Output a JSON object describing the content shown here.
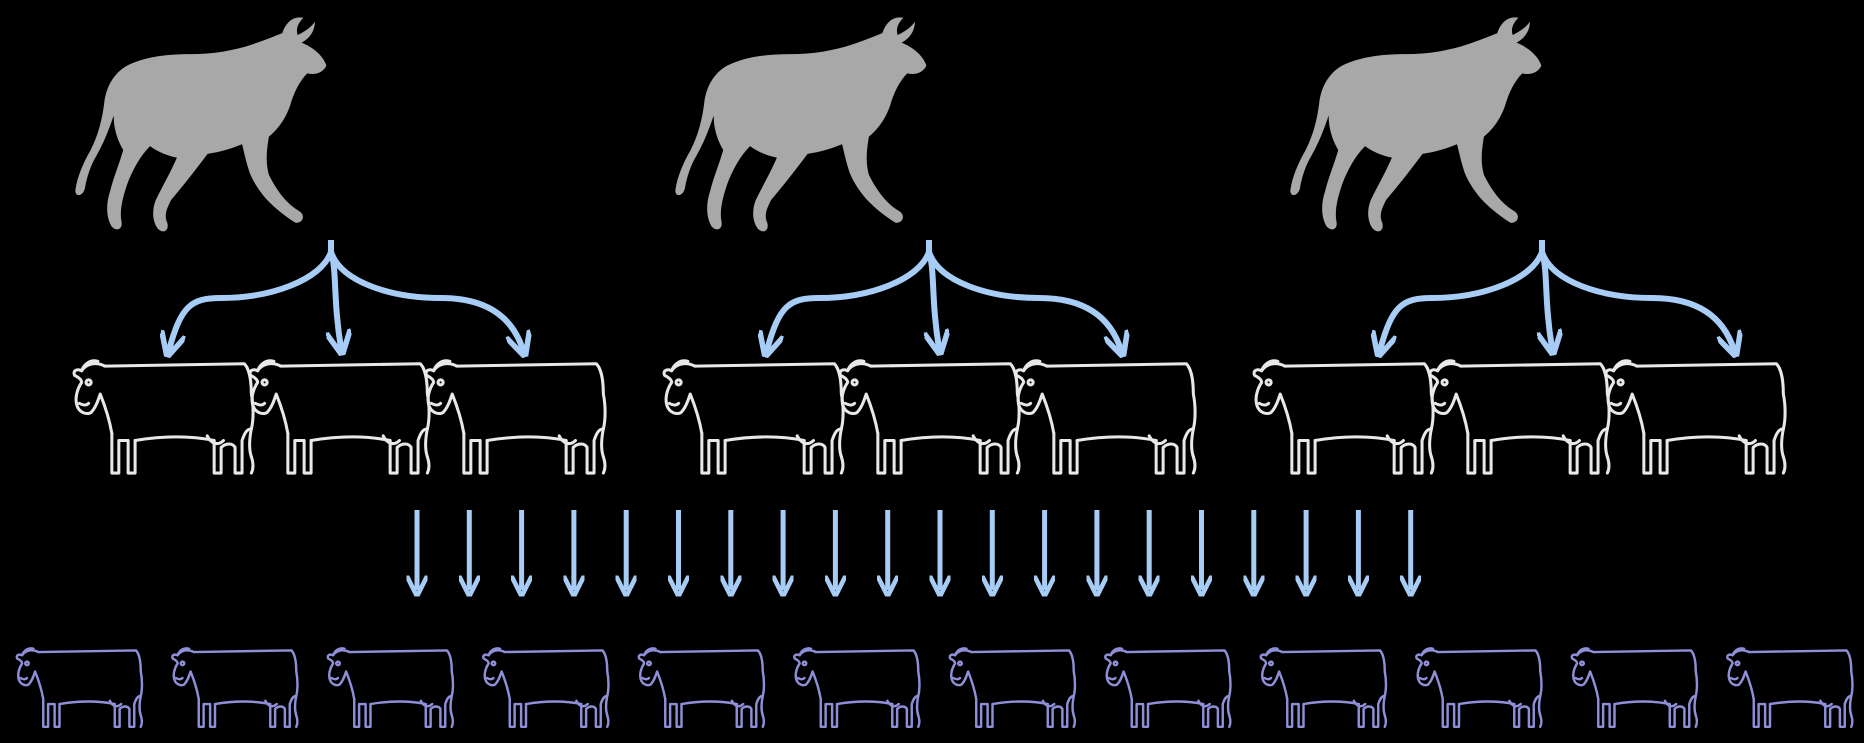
{
  "diagram": {
    "bulls": [
      {
        "id": "bull-1",
        "offspring": 3
      },
      {
        "id": "bull-2",
        "offspring": 3
      },
      {
        "id": "bull-3",
        "offspring": 3
      }
    ],
    "daughters_count": 9,
    "generation_arrow_count": 20,
    "granddaughters_count": 12,
    "colors": {
      "background": "#000000",
      "bull_fill": "#a8a8a8",
      "arrow": "#a7cdf6",
      "cow_outline": "#e8e8e8",
      "granddaughter_outline": "#8f8fd8"
    }
  }
}
